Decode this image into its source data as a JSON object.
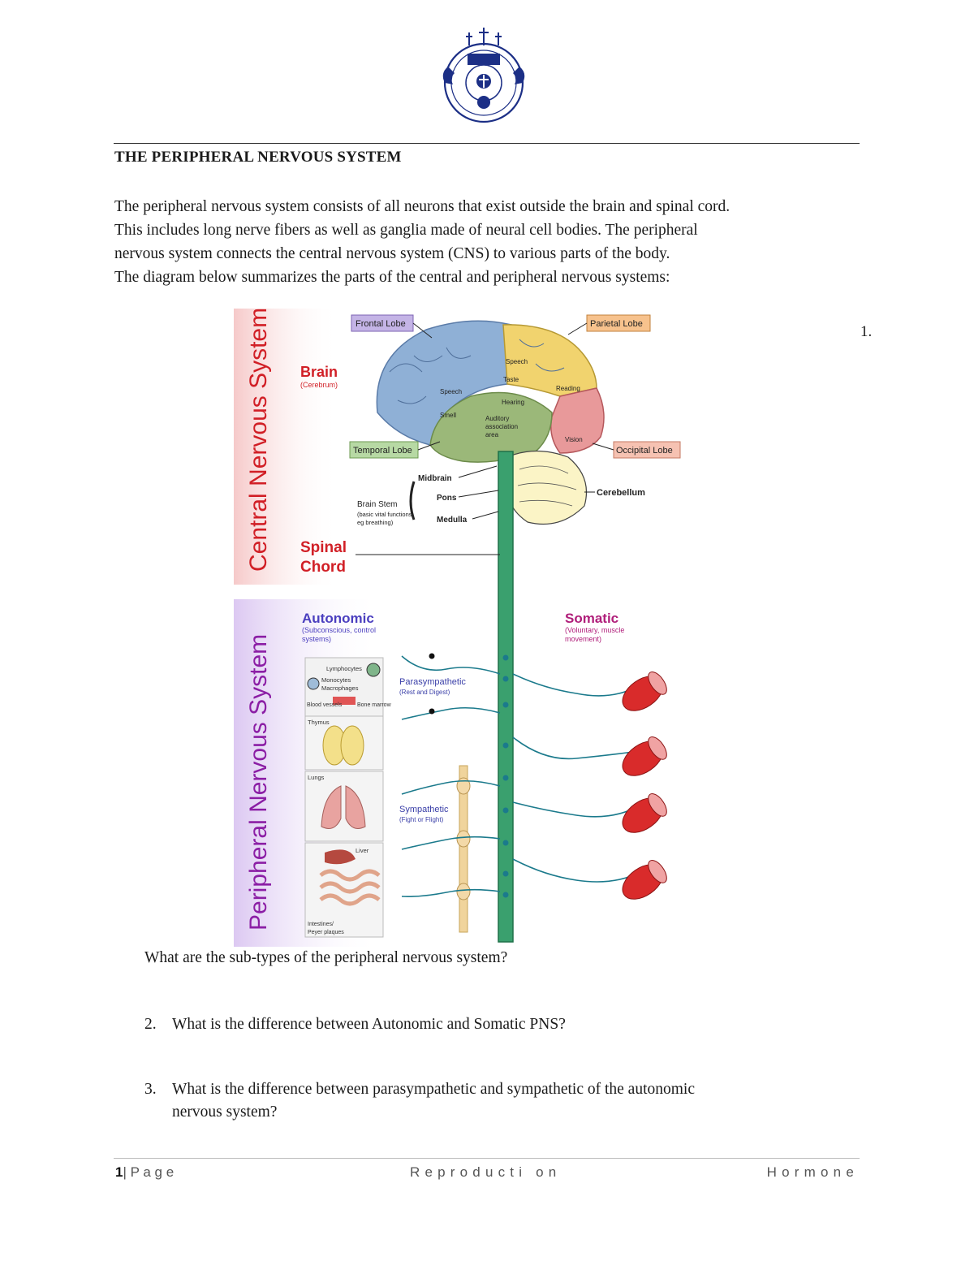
{
  "document": {
    "title": "THE PERIPHERAL NERVOUS SYSTEM",
    "intro_lines": [
      "The peripheral nervous system consists of all neurons that exist outside the brain and spinal cord.",
      "This includes long nerve fibers as well as ganglia made of neural cell bodies. The peripheral",
      "nervous system connects the central nervous system (CNS) to various parts of the body.",
      "The diagram below summarizes the parts of the central and peripheral nervous systems:"
    ]
  },
  "figure": {
    "cns_banner": "Central Nervous System",
    "pns_banner": "Peripheral Nervous System",
    "brain": "Brain",
    "brain_sub": "(Cerebrum)",
    "spinal_1": "Spinal",
    "spinal_2": "Chord",
    "frontal": "Frontal Lobe",
    "parietal": "Parietal Lobe",
    "temporal": "Temporal Lobe",
    "occipital": "Occipital Lobe",
    "midbrain": "Midbrain",
    "pons": "Pons",
    "medulla": "Medulla",
    "brain_stem": "Brain Stem",
    "brain_stem_sub1": "(basic vital functions",
    "brain_stem_sub2": "eg breathing)",
    "cerebellum": "Cerebellum",
    "autonomic": "Autonomic",
    "autonomic_sub1": "(Subconscious, control",
    "autonomic_sub2": "systems)",
    "somatic": "Somatic",
    "somatic_sub1": "(Voluntary, muscle",
    "somatic_sub2": "movement)",
    "parasympathetic": "Parasympathetic",
    "parasympathetic_sub": "(Rest and Digest)",
    "sympathetic": "Sympathetic",
    "sympathetic_sub": "(Fight or Flight)",
    "organs": {
      "lymphocytes": "Lymphocytes",
      "monocytes": "Monocytes",
      "macrophages": "Macrophages",
      "blood_vessels": "Blood vessels",
      "bone_marrow": "Bone marrow",
      "thymus": "Thymus",
      "lungs": "Lungs",
      "liver": "Liver",
      "intestines": "Intestines/",
      "peyer": "Peyer plaques"
    },
    "brain_areas": {
      "speech": "Speech",
      "taste": "Taste",
      "hearing": "Hearing",
      "smell": "Smell",
      "reading": "Reading",
      "vision": "Vision",
      "auditory": "Auditory",
      "association": "association",
      "area": "area"
    }
  },
  "questions": {
    "q1_marker": "1.",
    "q1": "What are the sub-types of the peripheral nervous system?",
    "q2_num": "2.",
    "q2": "What is the difference between Autonomic and Somatic PNS?",
    "q3_num": "3.",
    "q3_line1": "What is the difference between parasympathetic and sympathetic of the autonomic",
    "q3_line2": "nervous system?"
  },
  "footer": {
    "page_num": "1",
    "page_label": "| P a g e",
    "center": "Reproducti on",
    "right": "Hormone"
  }
}
